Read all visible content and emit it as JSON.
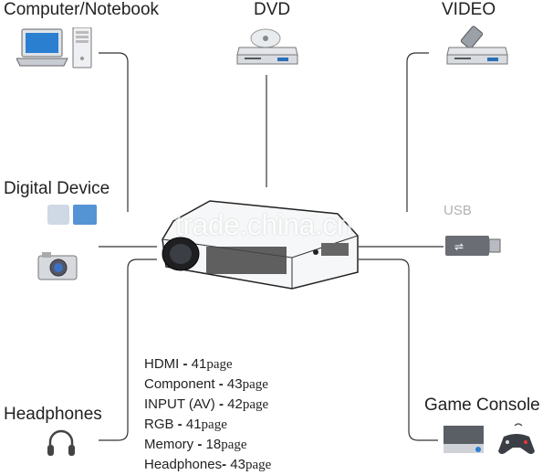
{
  "labels": {
    "computer": "Computer/Notebook",
    "dvd": "DVD",
    "video": "VIDEO",
    "digital": "Digital Device",
    "headphones": "Headphones",
    "game": "Game Console"
  },
  "specs": [
    {
      "name": "HDMI",
      "sep": " - ",
      "num": "41",
      "unit": "page"
    },
    {
      "name": "Component",
      "sep": " - ",
      "num": "43",
      "unit": "page"
    },
    {
      "name": "INPUT (AV)",
      "sep": " - ",
      "num": "42",
      "unit": "page"
    },
    {
      "name": "RGB",
      "sep": " - ",
      "num": "41",
      "unit": "page"
    },
    {
      "name": "Memory",
      "sep": " - ",
      "num": "18",
      "unit": "page"
    },
    {
      "name": "Headphones",
      "sep": "- ",
      "num": "43",
      "unit": "page"
    }
  ],
  "watermark": "trade.china.cn",
  "usb_partial_label": "USB"
}
